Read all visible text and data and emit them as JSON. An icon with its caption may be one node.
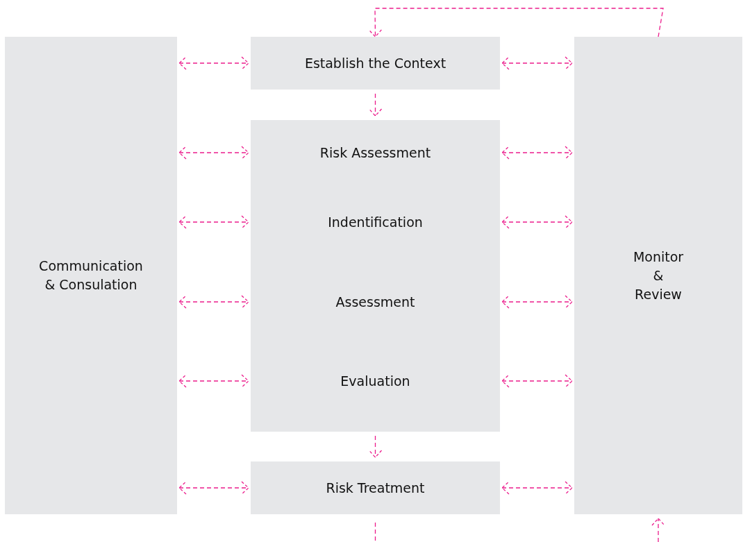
{
  "diagram": {
    "nodes": [
      {
        "text": [
          "Communication & Consulation"
        ]
      },
      {
        "text": [
          "Establish the Context"
        ]
      },
      {
        "text": [
          "Risk Assessment",
          "Indentification",
          "Assessment",
          "Evaluation"
        ]
      },
      {
        "text": [
          "Risk Treatment"
        ]
      },
      {
        "text": [
          "Monitor & Review"
        ]
      }
    ],
    "edges": [
      {
        "from": 0,
        "to": 1,
        "arrow": "both",
        "style": "dashed"
      },
      {
        "from": 1,
        "to": 4,
        "arrow": "both",
        "style": "dashed"
      },
      {
        "from": 1,
        "to": 2,
        "arrow": "to",
        "style": "dashed"
      },
      {
        "from": 0,
        "to": 2,
        "arrow": "both",
        "style": "dashed"
      },
      {
        "from": 2,
        "to": 4,
        "arrow": "both",
        "style": "dashed"
      },
      {
        "from": 0,
        "to": 2,
        "arrow": "both",
        "style": "dashed"
      },
      {
        "from": 2,
        "to": 4,
        "arrow": "both",
        "style": "dashed"
      },
      {
        "from": 0,
        "to": 2,
        "arrow": "both",
        "style": "dashed"
      },
      {
        "from": 2,
        "to": 4,
        "arrow": "both",
        "style": "dashed"
      },
      {
        "from": 0,
        "to": 2,
        "arrow": "both",
        "style": "dashed"
      },
      {
        "from": 2,
        "to": 4,
        "arrow": "both",
        "style": "dashed"
      },
      {
        "from": 2,
        "to": 3,
        "arrow": "to",
        "style": "dashed"
      },
      {
        "from": 0,
        "to": 3,
        "arrow": "both",
        "style": "dashed"
      },
      {
        "from": 3,
        "to": 4,
        "arrow": "both",
        "style": "dashed"
      },
      {
        "from": 3,
        "to": null,
        "arrow": "none",
        "style": "dashed"
      },
      {
        "from": null,
        "to": 4,
        "arrow": "to",
        "style": "dashed"
      },
      {
        "from": 4,
        "to": 1,
        "arrow": "to",
        "style": "dashed"
      }
    ]
  }
}
